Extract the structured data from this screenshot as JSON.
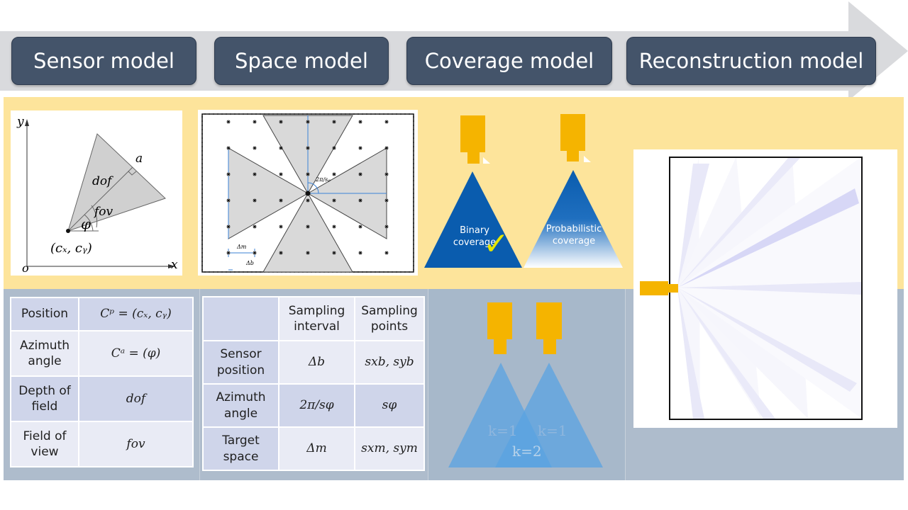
{
  "stages": [
    "Sensor model",
    "Space model",
    "Coverage model",
    "Reconstruction model"
  ],
  "sensor_diagram": {
    "axis_y": "y",
    "axis_x": "x",
    "origin": "o",
    "label_a": "a",
    "label_dof": "dof",
    "label_fov": "fov",
    "label_phi": "φ",
    "center": "(cₓ, cᵧ)"
  },
  "space_diagram": {
    "angle_label": "2π/sᵩ",
    "delta_m": "Δm",
    "delta_b": "Δb"
  },
  "coverage": {
    "binary": "Binary coverage",
    "probabilistic": "Probabilistic coverage",
    "check": "✓"
  },
  "overlap": {
    "k_left": "k=1",
    "k_right": "k=1",
    "k_center": "k=2"
  },
  "sensor_table": [
    {
      "label": "Position",
      "value": "Cᵖ = (cₓ, cᵧ)"
    },
    {
      "label": "Azimuth angle",
      "value": "Cᵃ = (φ)"
    },
    {
      "label": "Depth of field",
      "value": "dof"
    },
    {
      "label": "Field of view",
      "value": "fov"
    }
  ],
  "space_table": {
    "header": [
      "",
      "Sampling interval",
      "Sampling points"
    ],
    "rows": [
      [
        "Sensor position",
        "Δb",
        "sxb, syb"
      ],
      [
        "Azimuth angle",
        "2π/sφ",
        "sφ"
      ],
      [
        "Target space",
        "Δm",
        "sxm, sym"
      ]
    ]
  },
  "colors": {
    "stage_box": "#44546a",
    "top_band": "#fde49b",
    "bottom_band": "#aebccc",
    "camera": "#f5b400",
    "cone_blue": "#0a5cae",
    "cell_dark": "#cfd5ea",
    "cell_light": "#e9ebf5"
  }
}
